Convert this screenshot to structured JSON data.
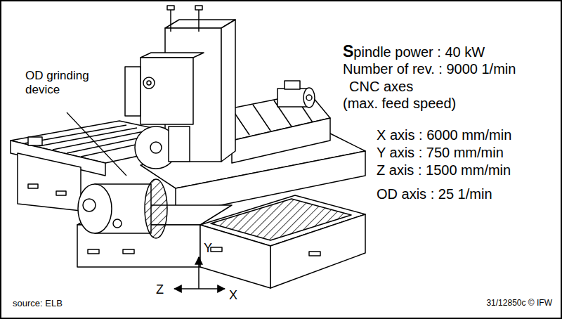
{
  "diagram": {
    "labels": [
      "OD grinding device",
      "Spindle power : 40 kW",
      "Number of rev. : 9000 1/min",
      "CNC axes",
      "(max. feed speed)",
      "X axis : 6000 mm/min",
      "Y axis : 750 mm/min",
      "Z axis : 1500 mm/min",
      "OD axis : 25 1/min",
      "Y",
      "Z",
      "X",
      "source: ELB",
      "31/12850c © IFW"
    ]
  }
}
